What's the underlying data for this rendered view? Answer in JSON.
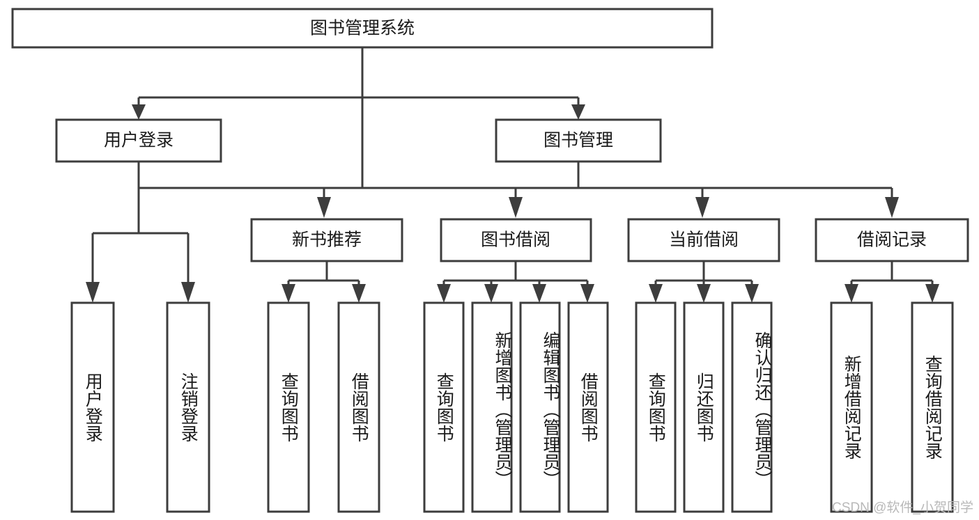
{
  "diagram": {
    "type": "tree-hierarchy",
    "title": "图书管理系统",
    "orientation": "top-down",
    "colors": {
      "box_stroke": "#3d3d3d",
      "box_fill": "#ffffff",
      "text": "#1a1a1a",
      "watermark": "#b9b9b9",
      "background": "#ffffff"
    },
    "levels": {
      "root": "图书管理系统",
      "level2": [
        "用户登录",
        "图书管理"
      ],
      "level3": [
        "新书推荐",
        "图书借阅",
        "当前借阅",
        "借阅记录"
      ]
    },
    "nodes": {
      "root": {
        "label": "图书管理系统"
      },
      "user_login": {
        "label": "用户登录"
      },
      "book_manage": {
        "label": "图书管理"
      },
      "new_book_rec": {
        "label": "新书推荐"
      },
      "book_borrow": {
        "label": "图书借阅"
      },
      "current_borrow": {
        "label": "当前借阅"
      },
      "borrow_record": {
        "label": "借阅记录"
      }
    },
    "leaves": {
      "user_login": [
        {
          "label": "用户登录"
        },
        {
          "label": "注销登录"
        }
      ],
      "new_book_rec": [
        {
          "label": "查询图书"
        },
        {
          "label": "借阅图书"
        }
      ],
      "book_borrow": [
        {
          "label": "查询图书"
        },
        {
          "label": "新增图书（管理员）"
        },
        {
          "label": "编辑图书（管理员）"
        },
        {
          "label": "借阅图书"
        }
      ],
      "current_borrow": [
        {
          "label": "查询图书"
        },
        {
          "label": "归还图书"
        },
        {
          "label": "确认归还（管理员）"
        }
      ],
      "borrow_record": [
        {
          "label": "新增借阅记录"
        },
        {
          "label": "查询借阅记录"
        }
      ]
    },
    "watermark": "CSDN @软件_小贺同学"
  }
}
